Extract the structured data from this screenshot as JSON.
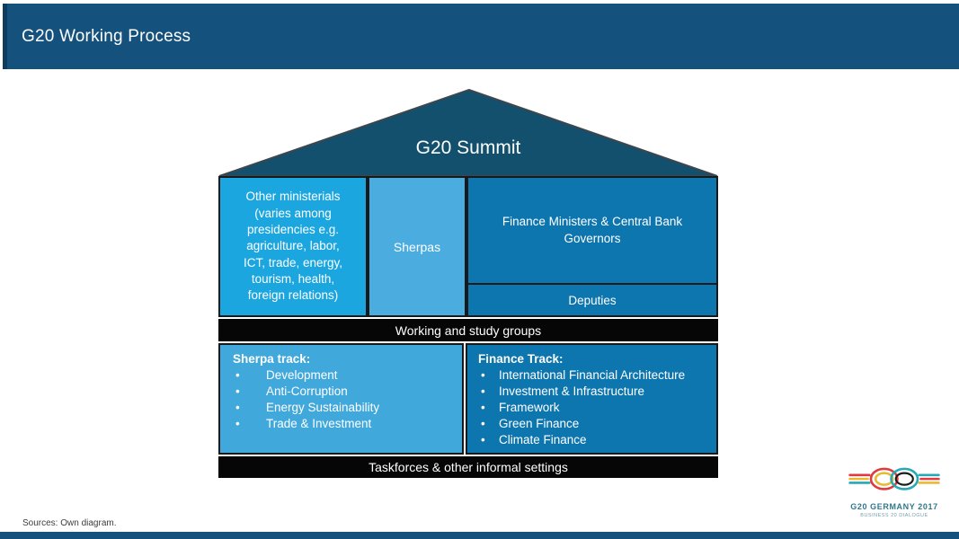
{
  "slide": {
    "title": "G20 Working Process",
    "source_note": "Sources: Own diagram."
  },
  "colors": {
    "header_blue": "#15517D",
    "roof_blue": "#12506E",
    "cyan_box": "#1CA6E0",
    "sherpa_blue": "#4AACDF",
    "finance_blue": "#0E76AF",
    "black_bar": "#060606",
    "text_white": "#FFFFFF",
    "logo_teal": "#30788C"
  },
  "diagram": {
    "bullet": "•",
    "roof": {
      "label": "G20 Summit"
    },
    "row1": {
      "other_ministerials": "Other ministerials\n(varies among\npresidencies e.g.\nagriculture, labor,\nICT, trade, energy,\ntourism, health,\nforeign relations)",
      "sherpas": "Sherpas",
      "finance_ministers": "Finance Ministers & Central Bank\nGovernors",
      "deputies": "Deputies"
    },
    "working_groups_bar": "Working and study groups",
    "sherpa_track": {
      "heading": "Sherpa track:",
      "items": [
        "Development",
        "Anti-Corruption",
        "Energy Sustainability",
        "Trade & Investment"
      ]
    },
    "finance_track": {
      "heading": "Finance Track:",
      "items": [
        "International Financial Architecture",
        "Investment & Infrastructure",
        "Framework",
        "Green Finance",
        "Climate Finance"
      ]
    },
    "taskforces_bar": "Taskforces & other informal settings"
  },
  "logo": {
    "line1": "G20 GERMANY 2017",
    "line2": "BUSINESS 20 DIALOGUE"
  }
}
